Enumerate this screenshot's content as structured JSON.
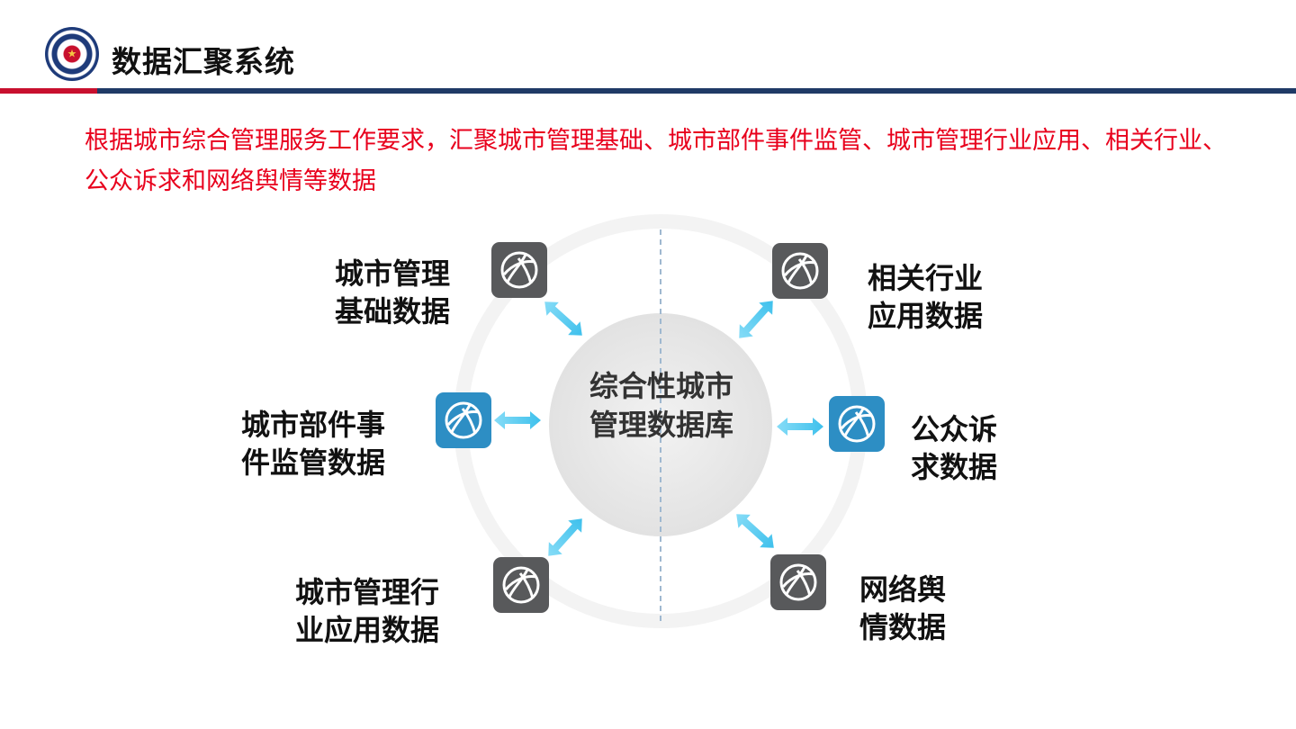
{
  "header": {
    "title": "数据汇聚系统"
  },
  "intro": {
    "text": "根据城市综合管理服务工作要求，汇聚城市管理基础、城市部件事件监管、城市管理行业应用、相关行业、公众诉求和网络舆情等数据"
  },
  "diagram": {
    "center": {
      "label": "综合性城市管理数据库"
    },
    "nodes": {
      "top_left": {
        "label": "城市管理基础数据",
        "icon": "globe-icon"
      },
      "mid_left": {
        "label": "城市部件事件监管数据",
        "icon": "globe-icon"
      },
      "bottom_left": {
        "label": "城市管理行业应用数据",
        "icon": "globe-icon"
      },
      "top_right": {
        "label": "相关行业应用数据",
        "icon": "globe-icon"
      },
      "mid_right": {
        "label": "公众诉求数据",
        "icon": "globe-icon"
      },
      "bottom_right": {
        "label": "网络舆情数据",
        "icon": "globe-icon"
      }
    }
  },
  "colors": {
    "accent_red": "#e8001c",
    "header_blue": "#1f3a66",
    "header_red": "#c8102e",
    "icon_gray": "#58595b",
    "icon_blue": "#2d8ec4",
    "arrow_cyan": "#5ecdf0"
  }
}
